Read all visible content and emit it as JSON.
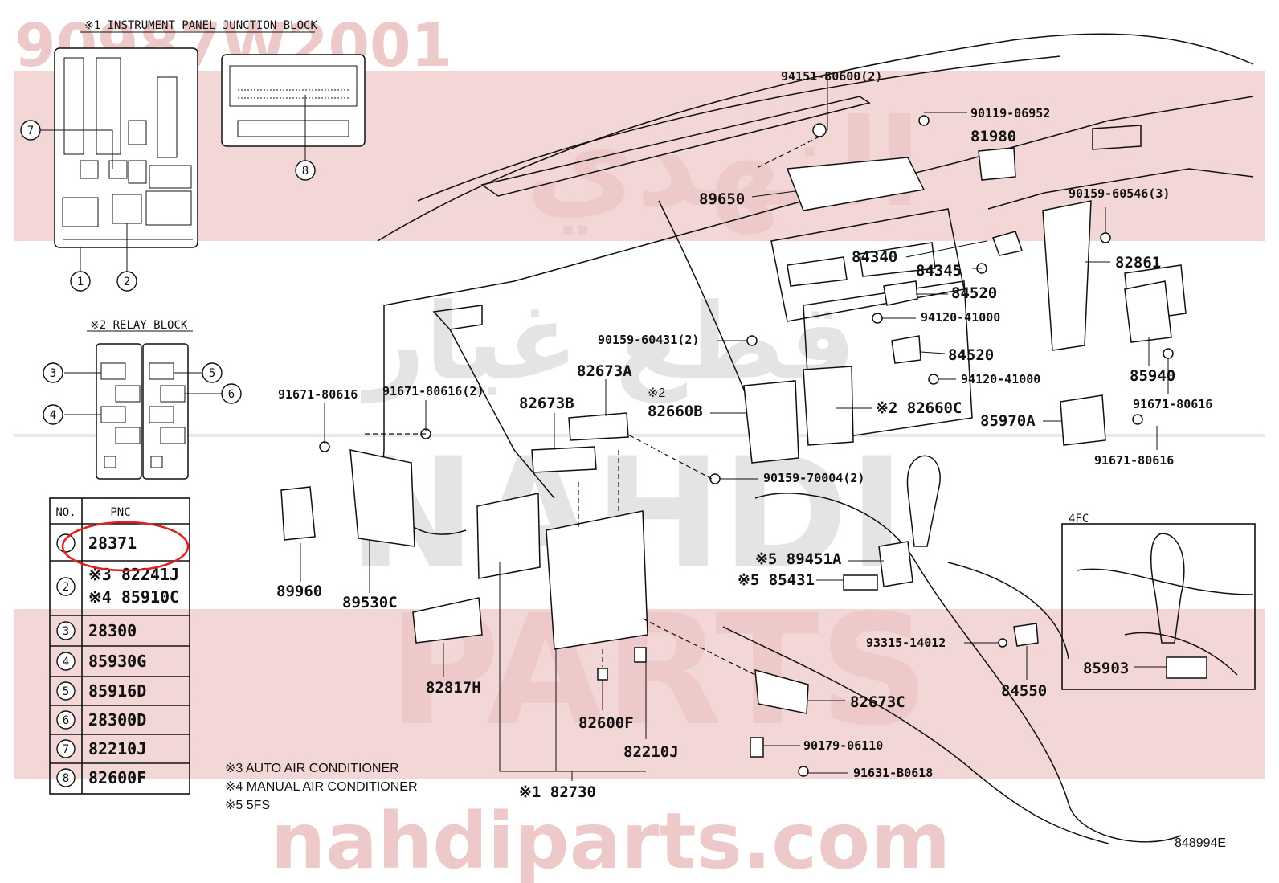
{
  "diagram_code": "90987W2001",
  "footer_code": "848994E",
  "watermark": {
    "arabic_1": "النهدي",
    "arabic_2": "قطع غيار",
    "latin_1": "NAHDI",
    "latin_2": "PARTS",
    "url": "nahdiparts.com"
  },
  "headers": {
    "junction_block": "※1 INSTRUMENT PANEL JUNCTION BLOCK",
    "relay_block": "※2 RELAY BLOCK",
    "inset_4fc": "4FC"
  },
  "circle_markers": [
    "1",
    "2",
    "3",
    "4",
    "5",
    "6",
    "7",
    "8"
  ],
  "table": {
    "col_no": "NO.",
    "col_pnc": "PNC",
    "rows": [
      {
        "no": "1",
        "pnc": "28371"
      },
      {
        "no": "2",
        "pnc_a": "※3 82241J",
        "pnc_b": "※4 85910C"
      },
      {
        "no": "3",
        "pnc": "28300"
      },
      {
        "no": "4",
        "pnc": "85930G"
      },
      {
        "no": "5",
        "pnc": "85916D"
      },
      {
        "no": "6",
        "pnc": "28300D"
      },
      {
        "no": "7",
        "pnc": "82210J"
      },
      {
        "no": "8",
        "pnc": "82600F"
      }
    ]
  },
  "notes": [
    "※3  AUTO AIR CONDITIONER",
    "※4  MANUAL AIR CONDITIONER",
    "※5  5FS"
  ],
  "labels": {
    "l94151": "94151-80600(2)",
    "l90119": "90119-06952",
    "l81980": "81980",
    "l89650": "89650",
    "l90159_3": "90159-60546(3)",
    "l84340": "84340",
    "l84345": "84345",
    "l82861": "82861",
    "l84520a": "84520",
    "l94120a": "94120-41000",
    "l90159_2": "90159-60431(2)",
    "l84520b": "84520",
    "l94120b": "94120-41000",
    "l85940": "85940",
    "l82673A": "82673A",
    "l91671_80616a": "91671-80616",
    "l91671_2": "91671-80616(2)",
    "l82673B": "82673B",
    "lx2a": "※2",
    "l82660B": "82660B",
    "lx2b": "※2 82660C",
    "l91671_80616b": "91671-80616",
    "l85970A": "85970A",
    "l91671_80616c": "91671-80616",
    "l90159_70004": "90159-70004(2)",
    "l89960": "89960",
    "l89530C": "89530C",
    "l89451A": "※5 89451A",
    "l85431": "※5 85431",
    "l93315": "93315-14012",
    "l82817H": "82817H",
    "l84550": "84550",
    "l85903": "85903",
    "l82600F": "82600F",
    "l82673C": "82673C",
    "l82210J": "82210J",
    "l90179": "90179-06110",
    "l91631": "91631-B0618",
    "l82730": "※1  82730"
  }
}
